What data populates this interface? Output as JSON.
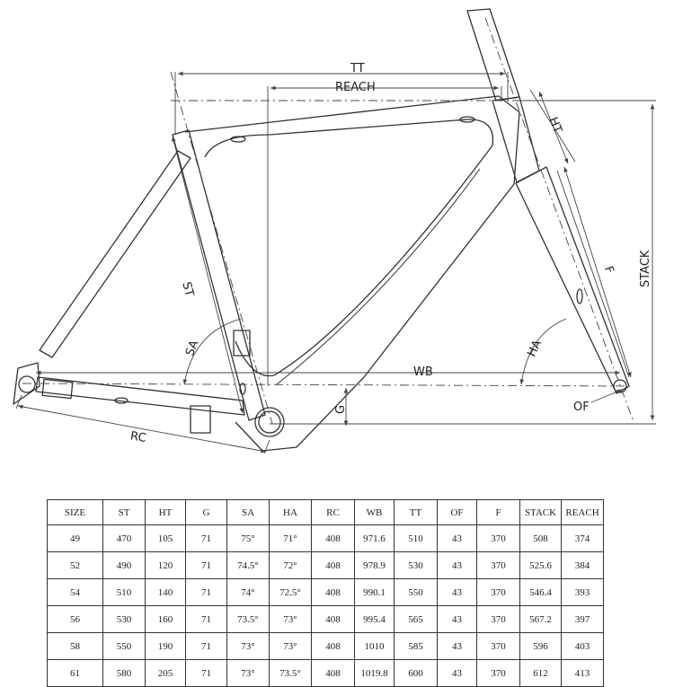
{
  "diagram": {
    "labels": {
      "tt": "TT",
      "reach": "REACH",
      "ht": "HT",
      "stack": "STACK",
      "st": "ST",
      "sa": "SA",
      "f": "F",
      "ha": "HA",
      "wb": "WB",
      "of": "OF",
      "g": "G",
      "rc": "RC"
    }
  },
  "table": {
    "headers": [
      "SIZE",
      "ST",
      "HT",
      "G",
      "SA",
      "HA",
      "RC",
      "WB",
      "TT",
      "OF",
      "F",
      "STACK",
      "REACH"
    ],
    "rows": [
      [
        "49",
        "470",
        "105",
        "71",
        "75°",
        "71°",
        "408",
        "971.6",
        "510",
        "43",
        "370",
        "508",
        "374"
      ],
      [
        "52",
        "490",
        "120",
        "71",
        "74.5°",
        "72°",
        "408",
        "978.9",
        "530",
        "43",
        "370",
        "525.6",
        "384"
      ],
      [
        "54",
        "510",
        "140",
        "71",
        "74°",
        "72.5°",
        "408",
        "990.1",
        "550",
        "43",
        "370",
        "546.4",
        "393"
      ],
      [
        "56",
        "530",
        "160",
        "71",
        "73.5°",
        "73°",
        "408",
        "995.4",
        "565",
        "43",
        "370",
        "567.2",
        "397"
      ],
      [
        "58",
        "550",
        "190",
        "71",
        "73°",
        "73°",
        "408",
        "1010",
        "585",
        "43",
        "370",
        "596",
        "403"
      ],
      [
        "61",
        "580",
        "205",
        "71",
        "73°",
        "73.5°",
        "408",
        "1019.8",
        "600",
        "43",
        "370",
        "612",
        "413"
      ]
    ]
  }
}
